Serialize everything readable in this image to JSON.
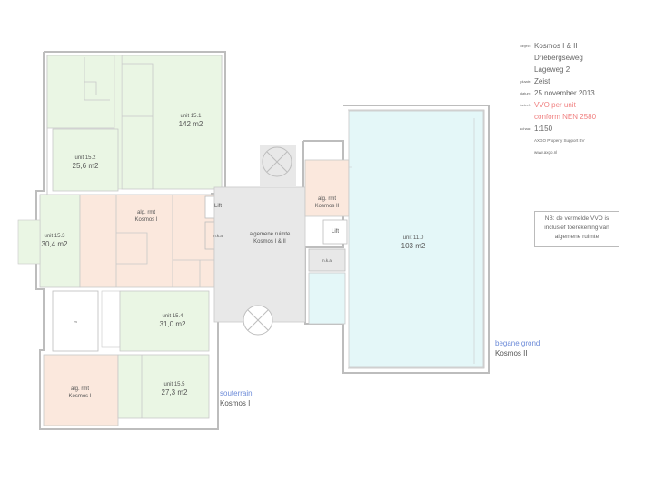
{
  "units": {
    "u151": {
      "name": "unit 15.1",
      "area": "142 m2"
    },
    "u152": {
      "name": "unit 15.2",
      "area": "25,6 m2"
    },
    "u153": {
      "name": "unit 15.3",
      "area": "30,4 m2"
    },
    "u154": {
      "name": "unit 15.4",
      "area": "31,0 m2"
    },
    "u155": {
      "name": "unit 15.5",
      "area": "27,3 m2"
    },
    "u110": {
      "name": "unit 11.0",
      "area": "103 m2"
    }
  },
  "rooms": {
    "alg1_top": {
      "line1": "alg. rmt",
      "line2": "Kosmos I"
    },
    "alg1_bottom": {
      "line1": "alg. rmt",
      "line2": "Kosmos I"
    },
    "alg2": {
      "line1": "alg. rmt",
      "line2": "Kosmos II"
    },
    "alg_common": {
      "line1": "algemene ruimte",
      "line2": "Kosmos I & II"
    },
    "lift1": "Lift",
    "lift2": "Lift",
    "mka1": "m.k.a.",
    "mka2": "m.k.a.",
    "small": "m"
  },
  "info": {
    "object_key": "object:",
    "object_1": "Kosmos I & II",
    "object_2": "Driebergseweg",
    "object_3": "Lageweg 2",
    "place_key": "plaats:",
    "place": "Zeist",
    "date_key": "datum:",
    "date": "25 november 2013",
    "title_key": "betreft:",
    "title_1": "VVO per unit",
    "title_2": "conform NEN 2580",
    "scale_key": "schaal:",
    "scale": "1:150",
    "company": "AXGO Property Support BV",
    "website": "www.axgo.nl"
  },
  "note": {
    "line1": "NB: de vermelde VVO is",
    "line2": "inclusief toerekening van",
    "line3": "algemene ruimte"
  },
  "levels": {
    "souterrain": {
      "name": "souterrain",
      "building": "Kosmos I"
    },
    "begane_grond": {
      "name": "begane grond",
      "building": "Kosmos II"
    }
  },
  "colors": {
    "green": "#eaf6e4",
    "peach": "#fbe8dd",
    "cyan": "#e4f7f8",
    "grey": "#e8e8e8",
    "red_text": "#f08080",
    "blue_text": "#6b8ad8",
    "wall": "#bbbbbb"
  }
}
